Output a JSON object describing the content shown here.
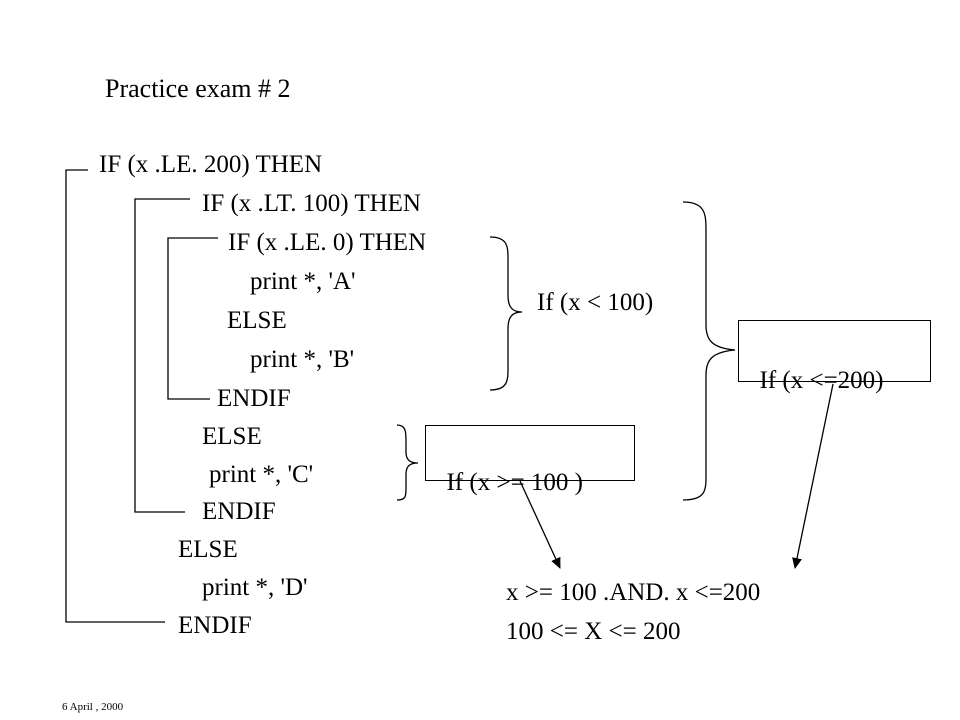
{
  "title": "Practice exam # 2",
  "code": {
    "line1": "IF (x .LE. 200) THEN",
    "line2": "IF (x .LT. 100) THEN",
    "line3": "IF (x .LE. 0) THEN",
    "line4": "print *, 'A'",
    "line5": "ELSE",
    "line6": "print *, 'B'",
    "line7": "ENDIF",
    "line8": "ELSE",
    "line9": "print *, 'C'",
    "line10": "ENDIF",
    "line11": "ELSE",
    "line12": "print *, 'D'",
    "line13": "ENDIF"
  },
  "annotations": {
    "lt100": "If (x < 100)",
    "ge100": "If (x >= 100 )",
    "le200": "If (x <=200)"
  },
  "result": {
    "line1": "x >= 100 .AND. x <=200",
    "line2": "100 <= X <= 200"
  },
  "footer": "6 April , 2000"
}
